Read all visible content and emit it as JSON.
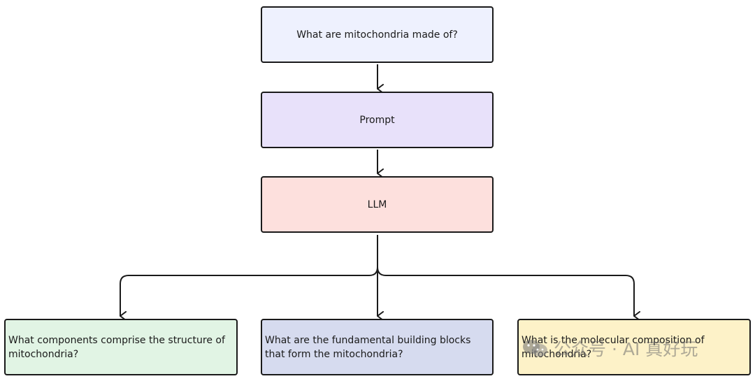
{
  "nodes": {
    "question": "What are mitochondria made of?",
    "prompt": "Prompt",
    "llm": "LLM",
    "outputs": [
      "What components comprise the structure of mitochondria?",
      "What are the fundamental building blocks that form the mitochondria?",
      "What is the molecular composition of mitochondria?"
    ]
  },
  "colors": {
    "question": "#eef1fe",
    "prompt": "#e8e1fa",
    "llm": "#fde0dd",
    "output_1": "#e1f4e4",
    "output_2": "#d6dbef",
    "output_3": "#fdf2c8",
    "stroke": "#1a1a1a"
  },
  "watermark": {
    "text": "公众号 · AI 真好玩",
    "icon": "wechat-icon"
  }
}
